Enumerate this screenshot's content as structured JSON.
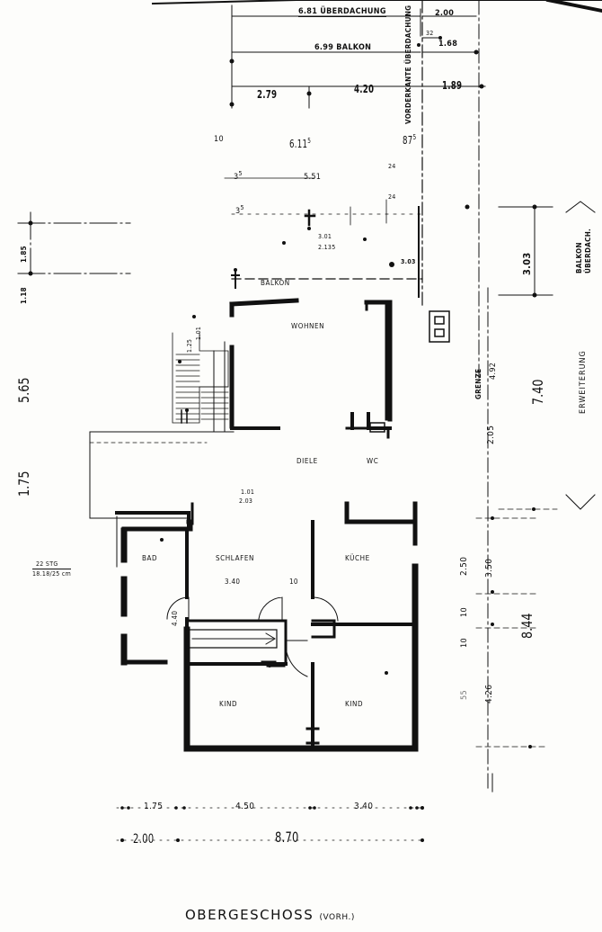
{
  "labels": {
    "ueberdachung": "6.81 ÜBERDACHUNG",
    "top_200": "2.00",
    "top_32": "32",
    "top_168": "1.68",
    "balkon_699": "6.99 BALKON",
    "vorderkante": "VORDERKANTE ÜBERDACHUNG",
    "d279": "2.79",
    "d420": "4.20",
    "d189": "1.89",
    "d611": "6.11",
    "d611_sup": "5",
    "d87": "87",
    "d87_sup": "5",
    "d10": "10",
    "d551": "5.51",
    "d24a": "24",
    "d24b": "24",
    "d35": "3",
    "d35_sup": "5",
    "d35b": "3",
    "d35b_sup": "5",
    "d301": "3.01",
    "d2135": "2.135",
    "d303": "3.03",
    "d303b": "3.03",
    "d118": "1.18",
    "d185": "1.85",
    "balkon_small": "BALKON",
    "balkon_ueber": "BALKON ÜBERDACH.",
    "wohnen": "WOHNEN",
    "d125": "1.25",
    "d101": "1.01",
    "grenze": "GRENZE",
    "d492": "4.92",
    "d740": "7.40",
    "erweiterung": "ERWEITERUNG",
    "d565": "5.65",
    "d175": "1.75",
    "diele": "DIELE",
    "wc": "WC",
    "d101b": "1.01",
    "d203": "2.03",
    "d205": "2.05",
    "bad": "BAD",
    "schlafen": "SCHLAFEN",
    "kueche": "KÜCHE",
    "d340_inner": "3.40",
    "d10b": "10",
    "stg_1": "22 STG",
    "stg_2": "18.18/25 cm",
    "d250": "2.50",
    "d350": "3.50",
    "d440": "4.40",
    "d10c": "10",
    "d10d": "10",
    "d844": "8.44",
    "d426": "4.26",
    "d55": "55",
    "kind1": "KIND",
    "kind2": "KIND",
    "b175": "1.75",
    "b450": "4.50",
    "b340": "3.40",
    "b200": "2.00",
    "b870": "8.70",
    "title": "OBERGESCHOSS",
    "title_sub": "(VORH.)"
  }
}
